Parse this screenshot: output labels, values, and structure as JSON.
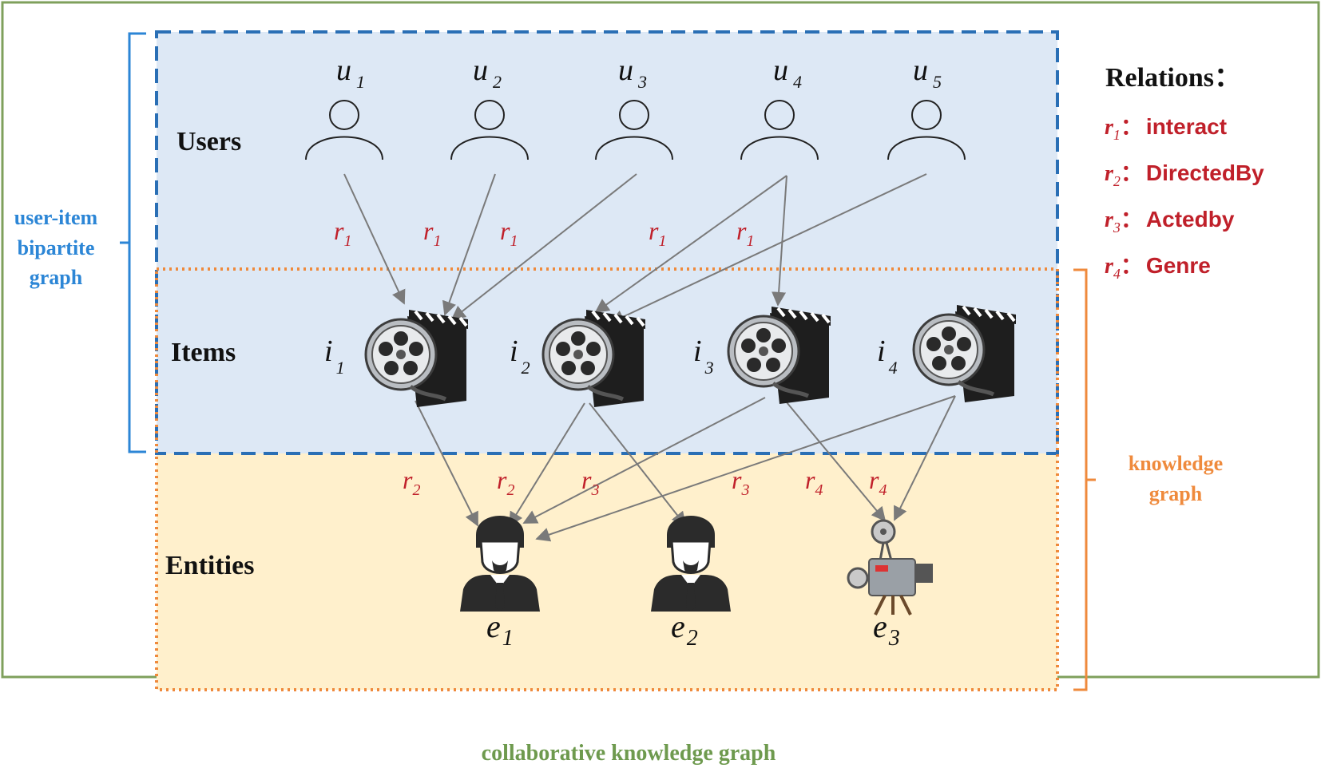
{
  "caption": "collaborative knowledge graph",
  "layers": {
    "users": "Users",
    "items": "Items",
    "entities": "Entities"
  },
  "brackets": {
    "user_item": [
      "user-item",
      "bipartite",
      "graph"
    ],
    "knowledge": [
      "knowledge",
      "graph"
    ]
  },
  "users": [
    "u",
    "u",
    "u",
    "u",
    "u"
  ],
  "user_subs": [
    "1",
    "2",
    "3",
    "4",
    "5"
  ],
  "items": [
    "i",
    "i",
    "i",
    "i"
  ],
  "item_subs": [
    "1",
    "2",
    "3",
    "4"
  ],
  "entities": [
    "e",
    "e",
    "e"
  ],
  "entity_subs": [
    "1",
    "2",
    "3"
  ],
  "relations": {
    "title": "Relations：",
    "list": [
      {
        "sym": "r",
        "sub": "1",
        "name": "interact"
      },
      {
        "sym": "r",
        "sub": "2",
        "name": "DirectedBy"
      },
      {
        "sym": "r",
        "sub": "3",
        "name": "Actedby"
      },
      {
        "sym": "r",
        "sub": "4",
        "name": "Genre"
      }
    ]
  },
  "edge_labels": [
    {
      "sym": "r",
      "sub": "1"
    },
    {
      "sym": "r",
      "sub": "1"
    },
    {
      "sym": "r",
      "sub": "1"
    },
    {
      "sym": "r",
      "sub": "1"
    },
    {
      "sym": "r",
      "sub": "1"
    },
    {
      "sym": "r",
      "sub": "2"
    },
    {
      "sym": "r",
      "sub": "2"
    },
    {
      "sym": "r",
      "sub": "3"
    },
    {
      "sym": "r",
      "sub": "3"
    },
    {
      "sym": "r",
      "sub": "4"
    },
    {
      "sym": "r",
      "sub": "4"
    }
  ],
  "colors": {
    "outer_border": "#7fa05c",
    "users_bg": "#dde8f5",
    "entities_bg": "#fff0cc",
    "blue_dash": "#2a6fb5",
    "orange_dot": "#ef8a3c",
    "bracket_blue": "#2c86d6",
    "bracket_orange": "#ef8a3c",
    "relation_red": "#c0202a",
    "caption_green": "#6e9a4e",
    "edge_gray": "#7a7a7a"
  },
  "icons": {
    "user": "person-outline-icon",
    "item": "film-reel-clapper-icon",
    "person_entity": "businessman-icon",
    "genre_entity": "movie-projector-icon"
  }
}
